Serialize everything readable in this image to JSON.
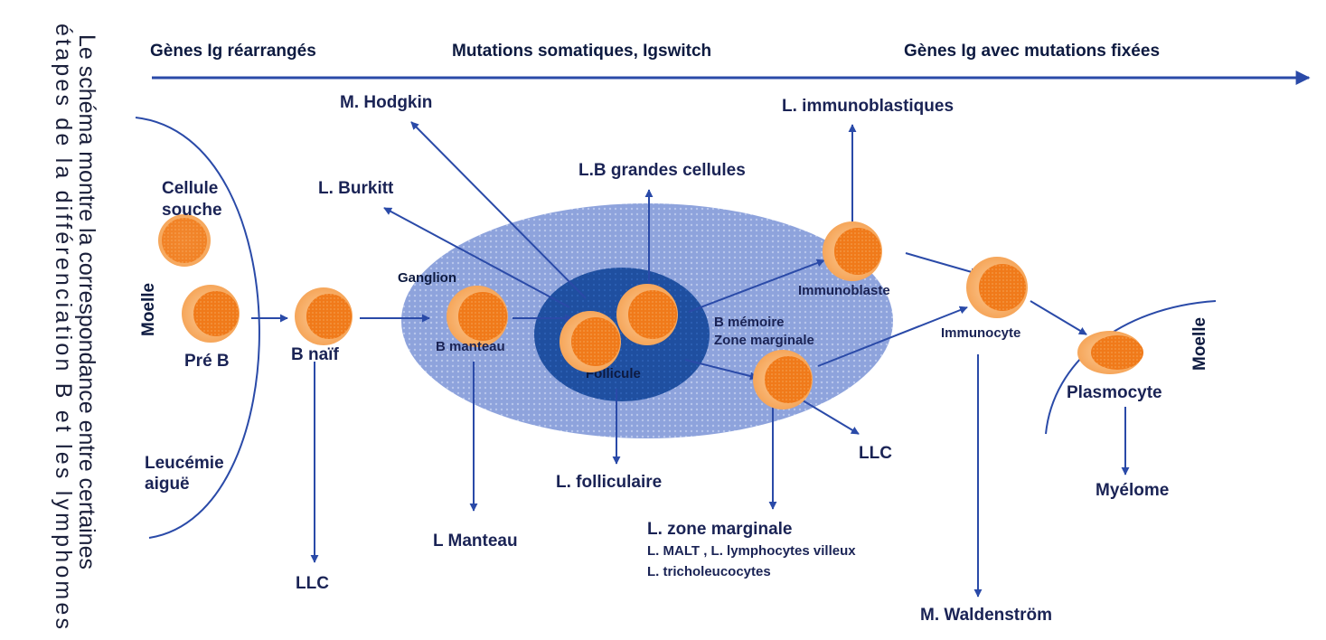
{
  "vertical_caption": {
    "line1": "Le schéma montre la correspondance entre certaines",
    "line2": "étapes  de  la  différenciation  B  et  les  lymphomes"
  },
  "top_bar": {
    "stage1": "Gènes Ig réarrangés",
    "stage2": "Mutations somatiques, Igswitch",
    "stage3": "Gènes Ig avec mutations fixées"
  },
  "compartments": {
    "moelle_left": "Moelle",
    "moelle_right": "Moelle",
    "ganglion": "Ganglion",
    "follicule": "Follicule"
  },
  "cells": {
    "cellule_souche": [
      "Cellule",
      "souche"
    ],
    "pre_b": "Pré B",
    "b_naif": "B naïf",
    "b_manteau": "B manteau",
    "b_memoire": [
      "B mémoire",
      "Zone marginale"
    ],
    "immunoblaste": "Immunoblaste",
    "immunocyte": "Immunocyte",
    "plasmocyte": "Plasmocyte"
  },
  "lymphomas": {
    "hodgkin": "M. Hodgkin",
    "burkitt": "L. Burkitt",
    "lb_grandes": "L.B grandes cellules",
    "immunoblastiques": "L. immunoblastiques",
    "leucemie": [
      "Leucémie",
      "aiguë"
    ],
    "llc_naif": "LLC",
    "manteau": "L Manteau",
    "folliculaire": "L. folliculaire",
    "zone_marginale": [
      "L. zone marginale",
      "L. MALT , L. lymphocytes villeux",
      "L. tricholeucocytes"
    ],
    "llc_memoire": "LLC",
    "waldenstrom": "M. Waldenström",
    "myelome": "Myélome"
  },
  "colors": {
    "arrow": "#2a4aa8",
    "ganglion_fill": "#8ea3dc",
    "follicule_fill": "#1f4fa0",
    "cell_outer": "#f6a65a",
    "cell_inner": "#f07a1a",
    "text": "#1a2355"
  }
}
